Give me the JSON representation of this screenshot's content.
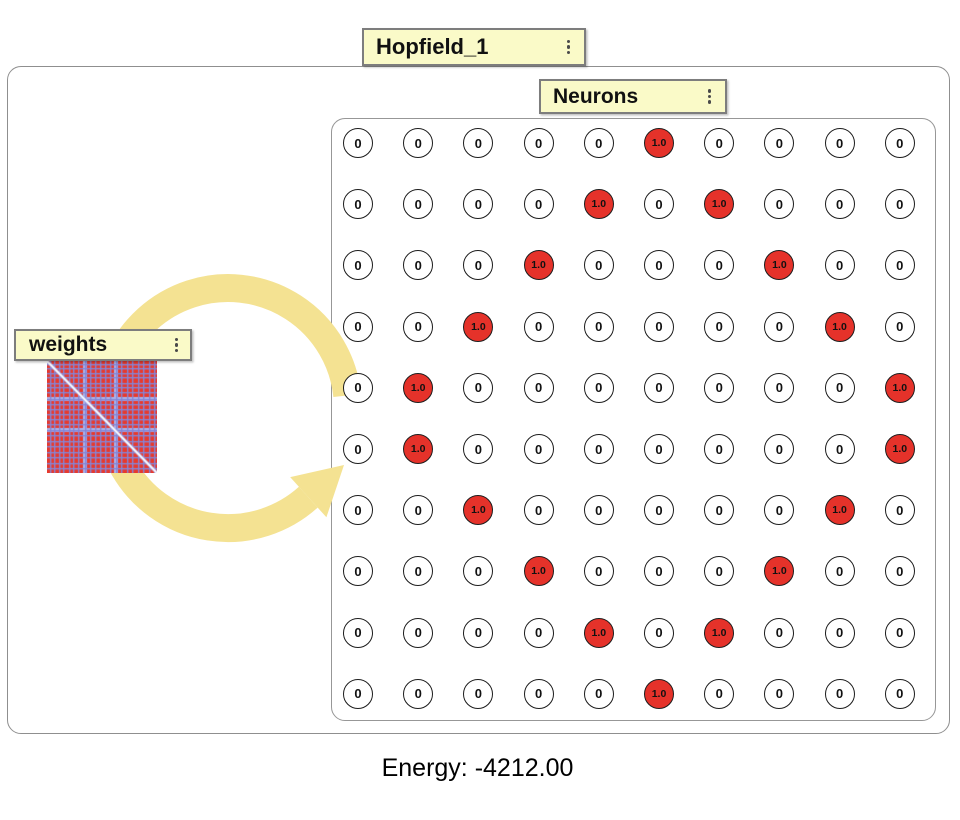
{
  "window": {
    "title": "Hopfield_1"
  },
  "neurons_group": {
    "label": "Neurons"
  },
  "weights_group": {
    "label": "weights"
  },
  "status": {
    "energy": "Energy: -4212.00"
  },
  "tab_style": {
    "fill": "#fafac8",
    "border": "#7d7d7d"
  },
  "neuron_grid": {
    "rows": 10,
    "cols": 10,
    "inactive_label": "0",
    "active_label": "1.0",
    "active_cells": [
      [
        0,
        5
      ],
      [
        1,
        4
      ],
      [
        1,
        6
      ],
      [
        2,
        3
      ],
      [
        2,
        7
      ],
      [
        3,
        2
      ],
      [
        3,
        8
      ],
      [
        4,
        1
      ],
      [
        4,
        9
      ],
      [
        5,
        1
      ],
      [
        5,
        9
      ],
      [
        6,
        2
      ],
      [
        6,
        8
      ],
      [
        7,
        3
      ],
      [
        7,
        7
      ],
      [
        8,
        4
      ],
      [
        8,
        6
      ],
      [
        9,
        5
      ]
    ],
    "active_fill": "#e5322a",
    "inactive_fill": "#ffffff",
    "outline_color": "#1c1c1c"
  },
  "weights_matrix": {
    "size": 110,
    "base_color": "#e8392b",
    "line_color": "#8486d8",
    "band_color": "#aab3e9",
    "diagonal_color": "#ffffff",
    "line_positions": [
      3,
      7,
      12,
      16,
      22,
      26,
      31,
      38,
      43,
      48,
      53,
      58,
      63,
      69,
      74,
      80,
      85,
      91,
      96,
      102,
      107
    ],
    "band_positions": [
      36,
      67
    ]
  },
  "recurrent_arrow": {
    "color": "#f4e292"
  }
}
